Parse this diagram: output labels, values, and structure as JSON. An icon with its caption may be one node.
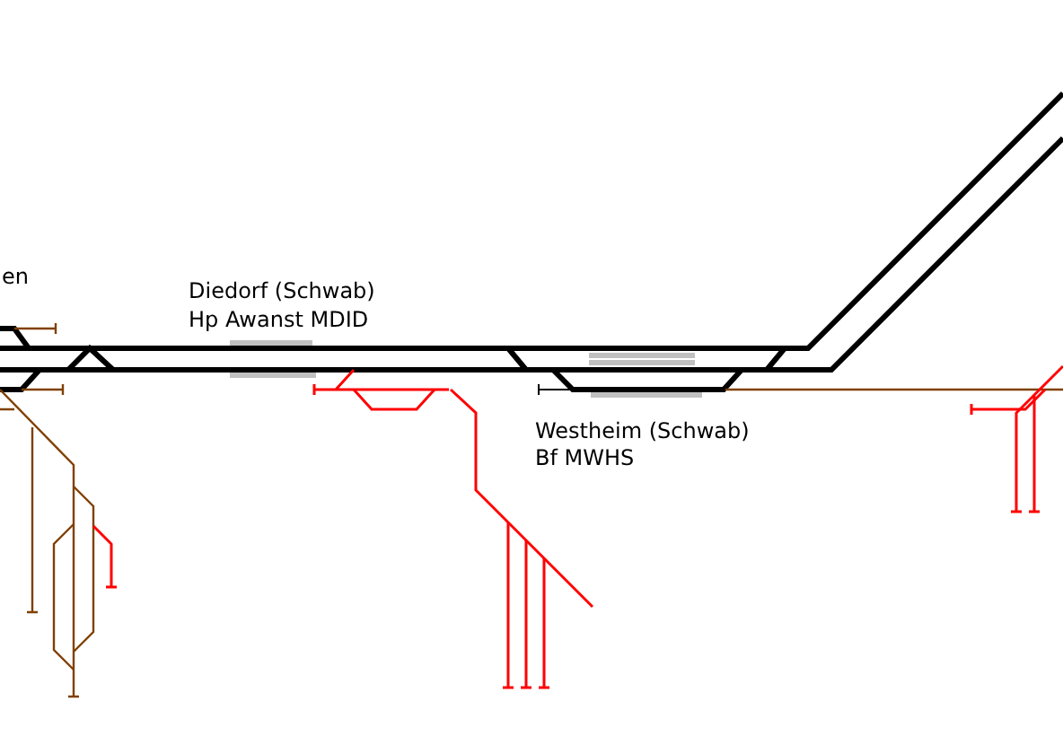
{
  "diagram": {
    "labels": [
      "en",
      "Diedorf (Schwab)",
      "Hp Awanst MDID",
      "Westheim (Schwab)",
      "Bf MWHS"
    ]
  }
}
